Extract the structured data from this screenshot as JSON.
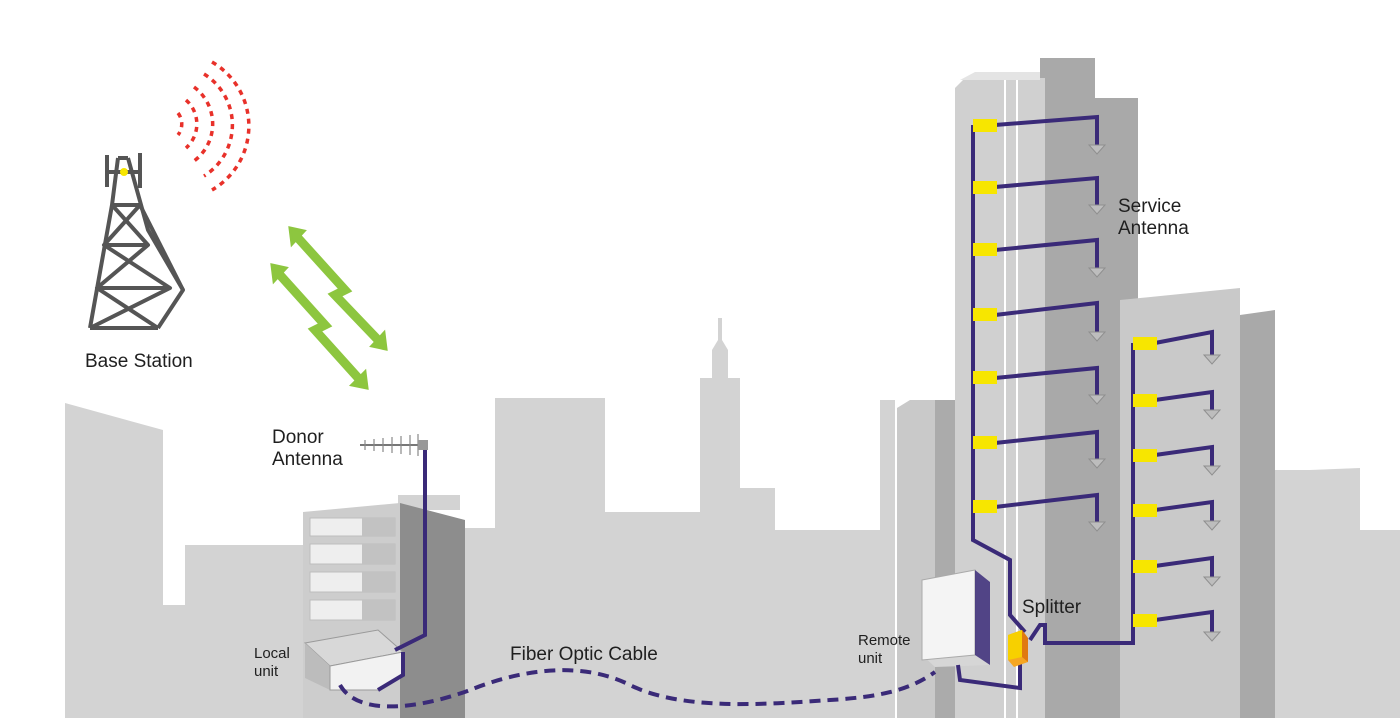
{
  "labels": {
    "base_station": "Base Station",
    "donor_antenna_line1": "Donor",
    "donor_antenna_line2": "Antenna",
    "local_unit_line1": "Local",
    "local_unit_line2": "unit",
    "fiber_optic_cable": "Fiber Optic Cable",
    "remote_unit_line1": "Remote",
    "remote_unit_line2": "unit",
    "splitter": "Splitter",
    "service_antenna_line1": "Service",
    "service_antenna_line2": "Antenna"
  },
  "colors": {
    "skyline": "#d3d3d3",
    "tower_light": "#c8c8c8",
    "tower_dark": "#a9a9a9",
    "cable": "#3a2a78",
    "distribution_box": "#f7e600",
    "signal_waves": "#e8312a",
    "link_arrows": "#8dc63f",
    "splitter": "#f5a623",
    "mast": "#555555"
  },
  "icons": {
    "base_station": "lattice-tower-icon",
    "signal": "radio-waves-icon",
    "link": "bidirectional-lightning-arrow-icon",
    "donor_antenna": "yagi-antenna-icon",
    "service_antenna": "ceiling-antenna-icon",
    "splitter": "splitter-box-icon"
  }
}
